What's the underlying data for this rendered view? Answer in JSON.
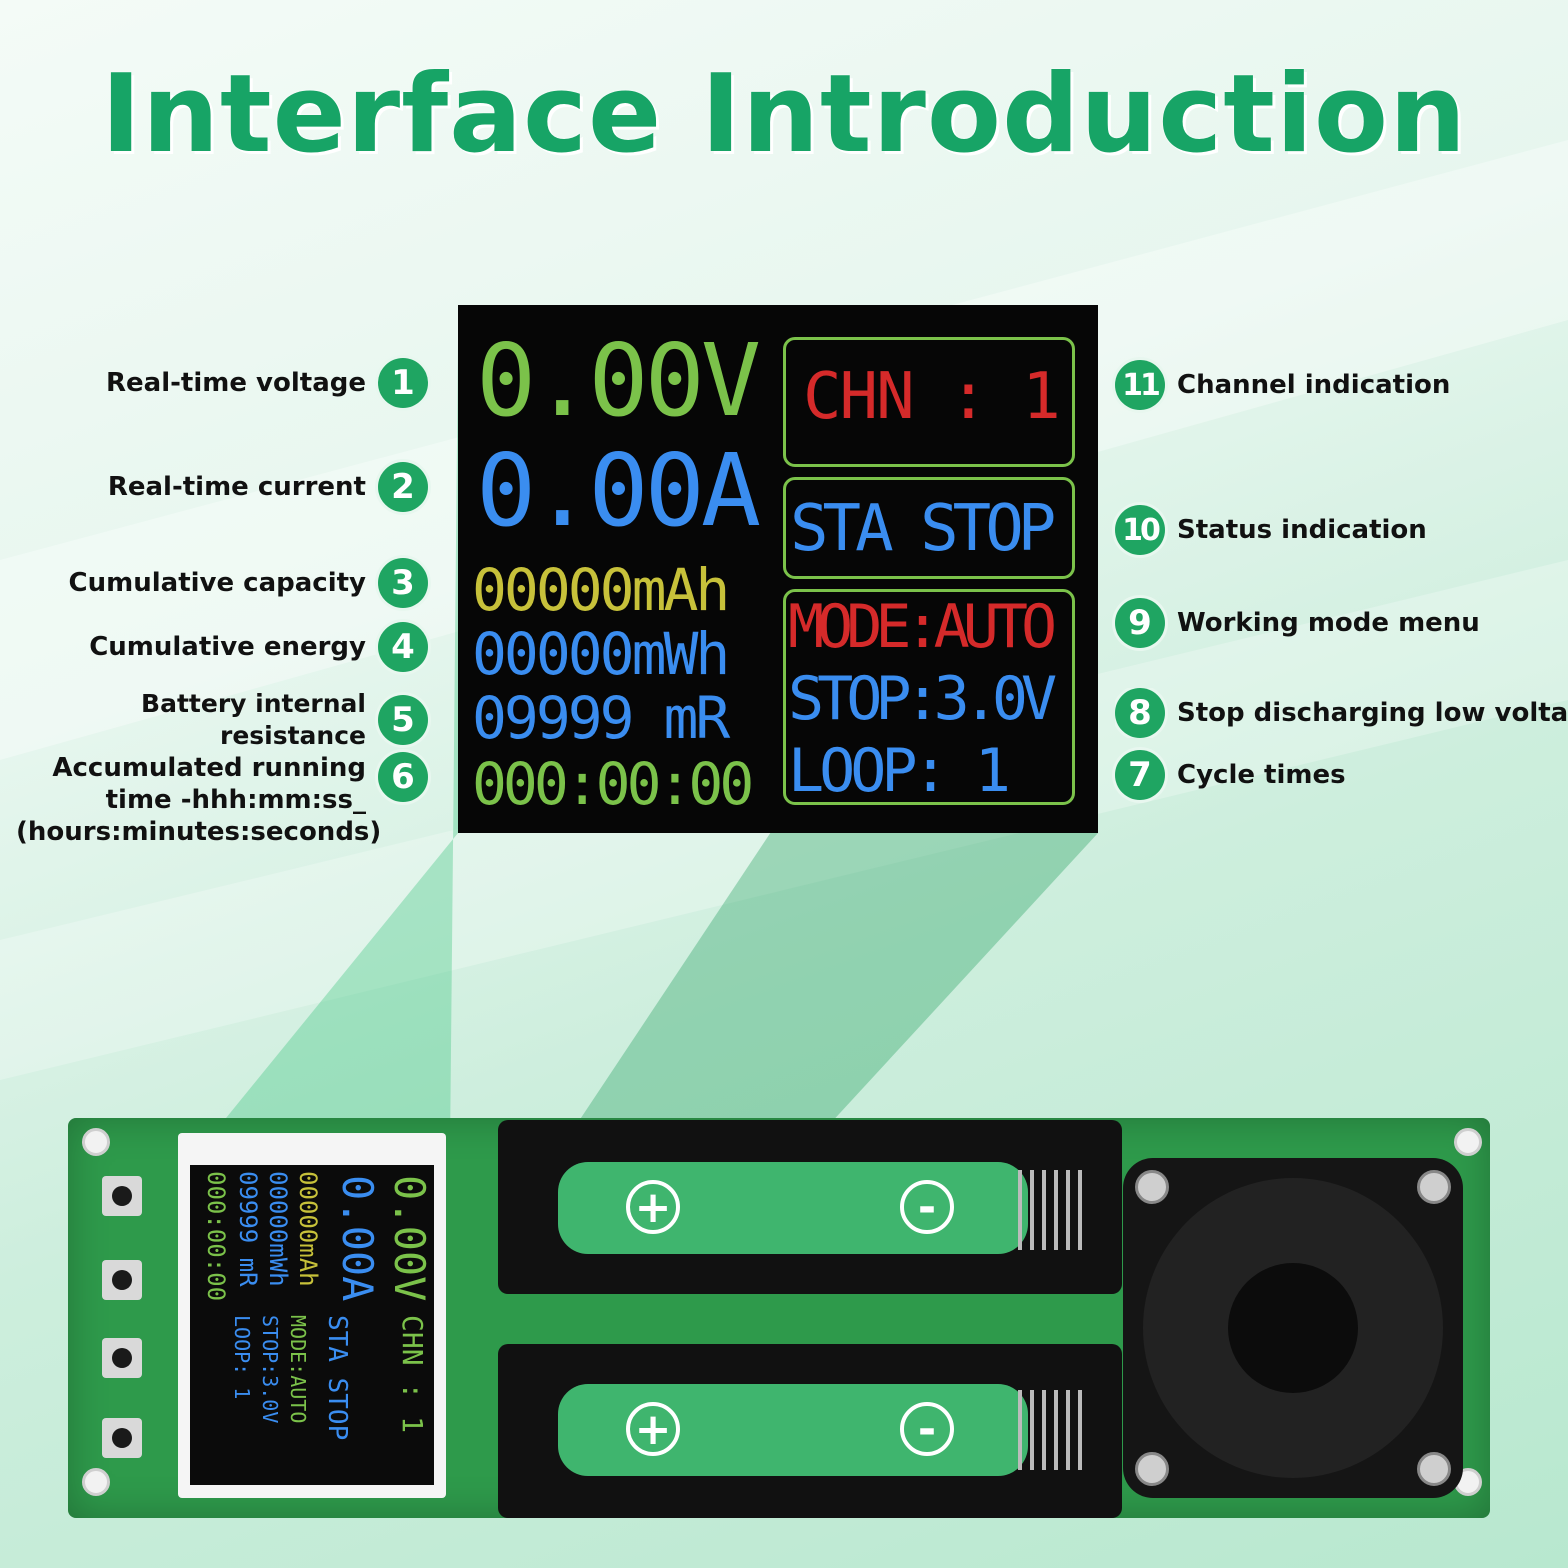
{
  "title": "Interface Introduction",
  "callouts_left": [
    {
      "num": "1",
      "text": "Real-time voltage"
    },
    {
      "num": "2",
      "text": "Real-time current"
    },
    {
      "num": "3",
      "text": "Cumulative capacity"
    },
    {
      "num": "4",
      "text": "Cumulative energy"
    },
    {
      "num": "5",
      "text": "Battery internal resistance"
    },
    {
      "num": "6",
      "text": "Accumulated running time -hhh:mm:ss_ (hours:minutes:seconds)"
    }
  ],
  "callouts_right": [
    {
      "num": "11",
      "text": "Channel indication"
    },
    {
      "num": "10",
      "text": "Status indication"
    },
    {
      "num": "9",
      "text": "Working mode menu"
    },
    {
      "num": "8",
      "text": "Stop discharging low voltage"
    },
    {
      "num": "7",
      "text": "Cycle times"
    }
  ],
  "lcd": {
    "voltage": "0.00V",
    "current": "0.00A",
    "capacity": "00000mAh",
    "energy": "00000mWh",
    "resistance": "09999 mR",
    "time": "000:00:00",
    "channel": "CHN : 1",
    "status": "STA STOP",
    "mode": "MODE:AUTO",
    "stop_voltage": "STOP:3.0V",
    "loop": "LOOP: 1"
  },
  "colors": {
    "accent": "#1fa562",
    "title": "#17a466",
    "lcd_green": "#7bc24a",
    "lcd_blue": "#3a8df0",
    "lcd_red": "#d52a2a",
    "lcd_yellow": "#c7c13a"
  },
  "board": {
    "button_icons": [
      "button-icon",
      "button-icon",
      "button-icon",
      "button-icon"
    ],
    "polarity": [
      "+",
      "-",
      "+",
      "-"
    ]
  }
}
